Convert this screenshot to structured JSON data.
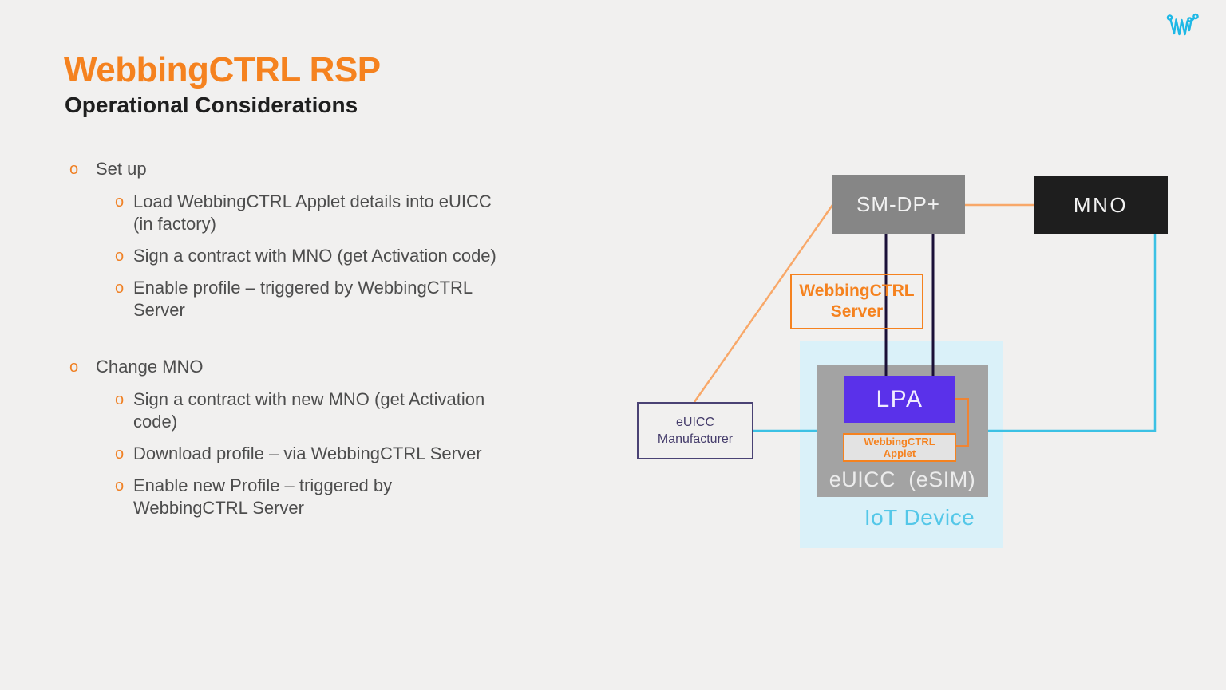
{
  "slide": {
    "title": "WebbingCTRL RSP",
    "subtitle": "Operational Considerations"
  },
  "logo": {
    "icon": "webbing-waveform-w-logo",
    "color": "#1eb8e6"
  },
  "colors": {
    "background": "#f1f0ef",
    "accent_orange": "#f5821f",
    "light_orange_line": "#f8a869",
    "dark_navy_line": "#1b1038",
    "cyan_line": "#3cc1e4",
    "light_cyan_fill": "#daf1f9",
    "iot_text_cyan": "#53c7e8",
    "euicc_gray": "#a3a3a3",
    "smdp_gray": "#868686",
    "mno_black": "#1e1e1e",
    "lpa_purple": "#5a31ea",
    "manufacturer_navy": "#453c6b",
    "body_text": "#4d4d4d"
  },
  "bullets": {
    "glyph": "o",
    "sections": [
      {
        "label": "Set up",
        "items": [
          "Load WebbingCTRL Applet details into eUICC\n(in factory)",
          "Sign a contract with MNO (get Activation code)",
          "Enable profile – triggered by WebbingCTRL\nServer"
        ]
      },
      {
        "label": "Change MNO",
        "items": [
          "Sign a contract with new MNO (get Activation\ncode)",
          "Download profile – via WebbingCTRL Server",
          "Enable new Profile – triggered by\nWebbingCTRL Server"
        ]
      }
    ]
  },
  "diagram": {
    "smdp_label": "SM-DP+",
    "mno_label": "MNO",
    "server_label": "WebbingCTRL\nServer",
    "manufacturer_label": "eUICC\nManufacturer",
    "lpa_label": "LPA",
    "applet_label": "WebbingCTRL\nApplet",
    "euicc_label": "eUICC  (eSIM)",
    "iot_label": "IoT Device"
  }
}
